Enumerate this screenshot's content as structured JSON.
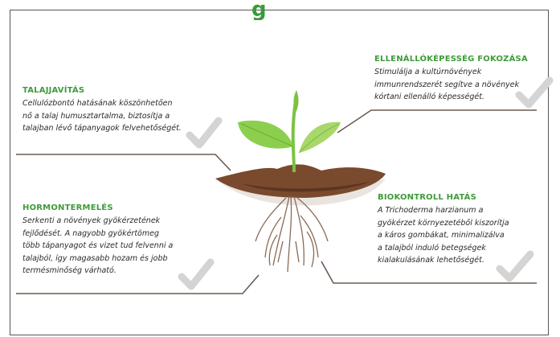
{
  "header": {
    "partial_title": "g"
  },
  "sections": {
    "talaj": {
      "title": "TALAJJAVÍTÁS",
      "lines": [
        "Cellulózbontó hatásának köszönhetően",
        "nő a talaj humusztartalma, biztosítja a",
        "talajban lévő tápanyagok felvehetőségét."
      ]
    },
    "ellenallo": {
      "title": "ELLENÁLLÓKÉPESSÉG FOKOZÁSA",
      "lines": [
        "Stimulálja a kultúrnövények",
        "immunrendszerét segítve a növények",
        "kórtani ellenálló képességét."
      ]
    },
    "hormon": {
      "title": "HORMONTERMELÉS",
      "lines": [
        "Serkenti a növények gyökérzetének",
        "fejlődését. A nagyobb gyökértömeg",
        "több tápanyagot és vizet tud felvenni a",
        "talajból, így magasabb hozam és jobb",
        "termésminőség várható."
      ]
    },
    "biokontroll": {
      "title": "BIOKONTROLL HATÁS",
      "lines": [
        "A Trichoderma harzianum a",
        "gyökérzet környezetéből kiszorítja",
        "a káros gombákat, minimalizálva",
        "a talajból induló betegségek",
        "kialakulásának lehetőségét."
      ]
    }
  },
  "colors": {
    "heading_green": "#3f9b3a",
    "leaf_green": "#7cc242",
    "soil_brown": "#7a4a2e",
    "line_gray": "#6b5a4e",
    "check_gray": "#d4d4d4"
  },
  "icons": [
    "check-icon",
    "plant-illustration-icon"
  ]
}
